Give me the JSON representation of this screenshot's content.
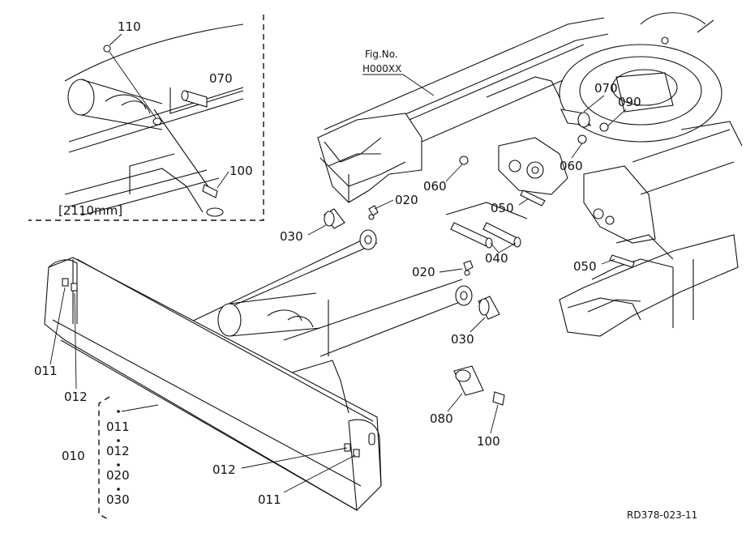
{
  "inset": {
    "parts": [
      "110",
      "070",
      "100"
    ],
    "size_label": "[2110mm]"
  },
  "fig_ref": {
    "line1": "Fig.No.",
    "line2": "H000XX"
  },
  "callouts": {
    "p070": "070",
    "p090": "090",
    "p060a": "060",
    "p060b": "060",
    "p020a": "020",
    "p050a": "050",
    "p030a": "030",
    "p040": "040",
    "p050b": "050",
    "p020b": "020",
    "p030b": "030",
    "p080": "080",
    "p100": "100",
    "p011a": "011",
    "p012a": "012",
    "p010": "010",
    "p012b": "012",
    "p011b": "011"
  },
  "assembly": {
    "items": [
      "011",
      "012",
      "020",
      "030"
    ]
  },
  "drawing_code": "RD378-023-11"
}
